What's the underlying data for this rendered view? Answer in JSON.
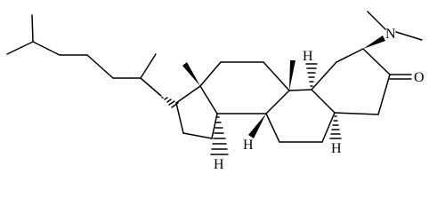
{
  "molecule": {
    "description_labels": {
      "oxygen": "O",
      "nitrogen": "N",
      "h_label": "H"
    },
    "colors": {
      "bond": "#000000",
      "background": "#ffffff"
    }
  }
}
